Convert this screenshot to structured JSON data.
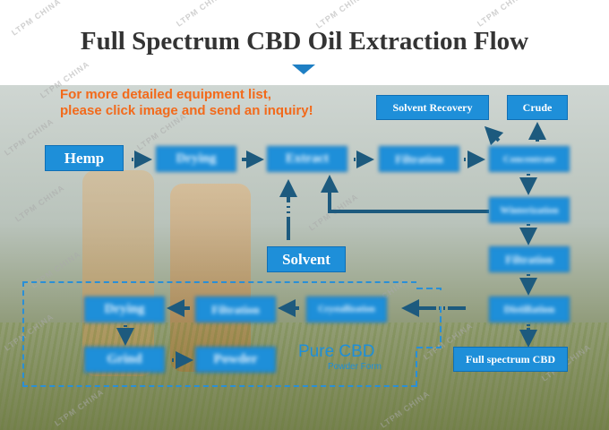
{
  "title": "Full Spectrum CBD Oil Extraction Flow",
  "note": {
    "line1": "For more detailed equipment list,",
    "line2": "please click image and send an inquiry!"
  },
  "watermark": "LTPM CHINA",
  "nodes": {
    "hemp": "Hemp",
    "drying1": "Drying",
    "extract": "Extract",
    "filtration1": "Filtration",
    "concentrate": "Concentrate",
    "solvent_recovery": "Solvent Recovery",
    "crude": "Crude",
    "winterization": "Winterization",
    "filtration2": "Filtration",
    "distillation": "Distillation",
    "full_spectrum": "Full spectrum CBD",
    "solvent": "Solvent",
    "crystallization": "Crystallization",
    "filtration3": "Filtration",
    "drying2": "Drying",
    "grind": "Grind",
    "powder": "Powder"
  },
  "pure": {
    "title": "Pure CBD",
    "subtitle": "Powder Form"
  },
  "colors": {
    "box": "#1e8fd9",
    "arrow": "#1d5a7e",
    "note": "#f26a1b"
  }
}
